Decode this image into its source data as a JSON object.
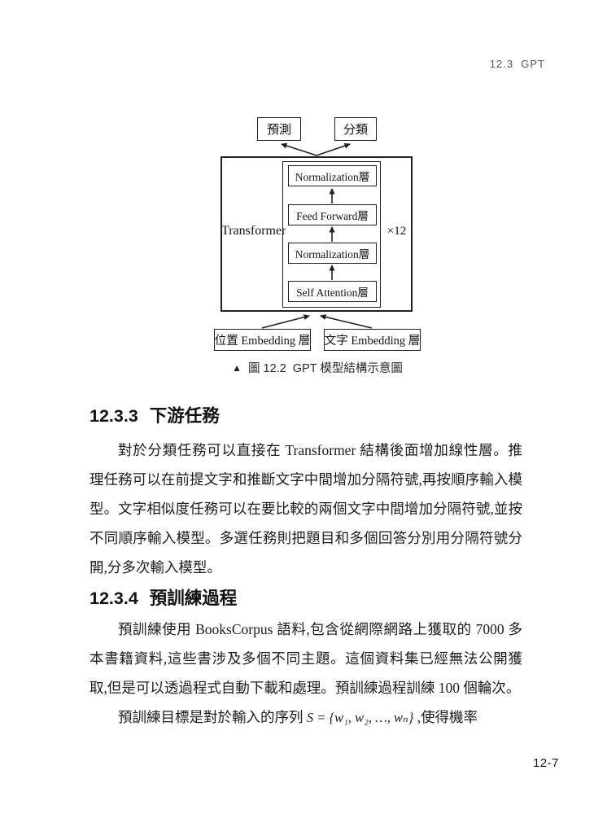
{
  "page": {
    "running_header": "12.3  GPT",
    "page_number": "12-7"
  },
  "figure": {
    "top_boxes": [
      "預測",
      "分類"
    ],
    "transformer_label": "Transformer",
    "multiplier_label": "×12",
    "layer_stack": [
      "Normalization層",
      "Feed Forward層",
      "Normalization層",
      "Self Attention層"
    ],
    "bottom_boxes": [
      "位置 Embedding 層",
      "文字 Embedding 層"
    ],
    "caption_marker": "▲",
    "caption": "圖 12.2  GPT 模型結構示意圖"
  },
  "sections": [
    {
      "number": "12.3.3",
      "title": "下游任務",
      "paragraphs": [
        "對於分類任務可以直接在 Transformer 結構後面增加線性層。推理任務可以在前提文字和推斷文字中間增加分隔符號,再按順序輸入模型。文字相似度任務可以在要比較的兩個文字中間增加分隔符號,並按不同順序輸入模型。多選任務則把題目和多個回答分別用分隔符號分開,分多次輸入模型。"
      ]
    },
    {
      "number": "12.3.4",
      "title": "預訓練過程",
      "paragraphs": [
        "預訓練使用 BooksCorpus 語料,包含從網際網路上獲取的 7000 多本書籍資料,這些書涉及多個不同主題。這個資料集已經無法公開獲取,但是可以透過程式自動下載和處理。預訓練過程訓練 100 個輪次。"
      ],
      "formula_paragraph": {
        "prefix": "預訓練目標是對於輸入的序列 ",
        "formula": "S = {w₁, w₂, …, wₙ}",
        "suffix": " ,使得機率"
      }
    }
  ]
}
